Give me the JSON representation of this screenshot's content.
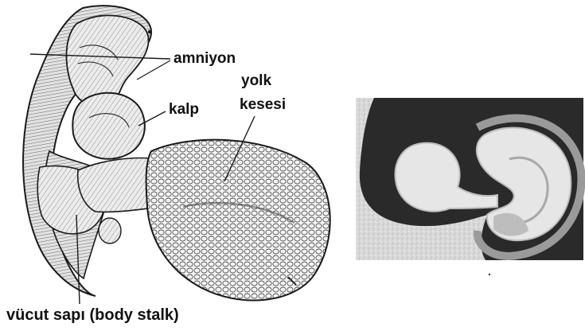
{
  "labels": {
    "amniyon": "amniyon",
    "yolk_line1": "yolk",
    "yolk_line2": "kesesi",
    "kalp": "kalp",
    "body_stalk": "vücut sapı (body stalk)"
  },
  "colors": {
    "ink": "#1a1a1a",
    "paper": "#ffffff",
    "photo_dark": "#2a2a2a",
    "photo_mid": "#9a9a9a",
    "photo_light": "#e6e6e6"
  }
}
